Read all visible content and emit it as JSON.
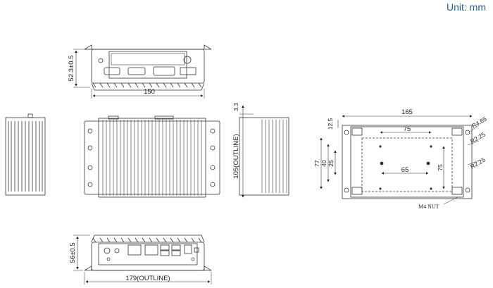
{
  "unit_label": "Unit: mm",
  "top_view": {
    "height_label": "52.3±0.5",
    "width_label": "150"
  },
  "side_view": {
    "thickness_label": "3.3",
    "height_label": "105(OUTLINE)"
  },
  "bottom_view": {
    "width_label": "165",
    "inner_width_label": "75",
    "inner_small_label": "65",
    "height_label": "75",
    "left_small_label": "12.5",
    "left_labels": [
      "77",
      "40",
      "25"
    ],
    "radius_labels": [
      "R4.65",
      "R2.25",
      "R2.25"
    ],
    "nut_label": "M4 NUT"
  },
  "front_view": {
    "height_label": "56±0.5",
    "width_label": "179(OUTLINE)"
  }
}
